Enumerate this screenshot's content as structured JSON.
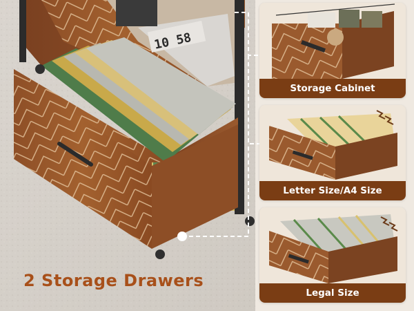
{
  "headline": "2 Storage Drawers",
  "clock": {
    "display": "10 58"
  },
  "features": [
    {
      "label": "Storage Cabinet",
      "icon": "storage-items-icon"
    },
    {
      "label": "Letter Size/A4 Size",
      "icon": "letter-files-icon"
    },
    {
      "label": "Legal Size",
      "icon": "legal-files-icon"
    }
  ],
  "colors": {
    "accent": "#a8501a",
    "caption_bg": "#7a3d14",
    "wood": "#9a5a2e",
    "panel_bg": "#e8dccd"
  }
}
